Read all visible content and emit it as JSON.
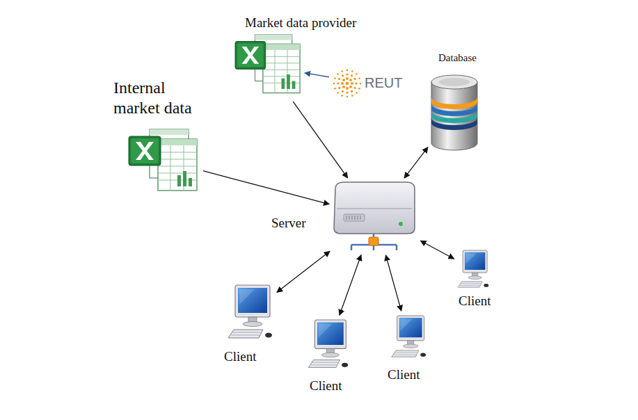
{
  "diagram": {
    "nodes": [
      {
        "text": [
          "Market data provider"
        ]
      },
      {
        "text": [
          "REUT"
        ]
      },
      {
        "text": [
          "Database"
        ]
      },
      {
        "text": [
          "Internal market data"
        ]
      },
      {
        "text": [
          "Server"
        ]
      },
      {
        "text": [
          "Client"
        ]
      },
      {
        "text": [
          "Client"
        ]
      },
      {
        "text": [
          "Client"
        ]
      },
      {
        "text": [
          "Client"
        ]
      }
    ],
    "edges": [
      {
        "from": 1,
        "to": 0,
        "arrow": "to"
      },
      {
        "from": 0,
        "to": 4,
        "arrow": "to"
      },
      {
        "from": 3,
        "to": 4,
        "arrow": "to"
      },
      {
        "from": 2,
        "to": 4,
        "arrow": "both"
      },
      {
        "from": 4,
        "to": 5,
        "arrow": "both"
      },
      {
        "from": 4,
        "to": 6,
        "arrow": "both"
      },
      {
        "from": 4,
        "to": 7,
        "arrow": "both"
      },
      {
        "from": 4,
        "to": 8,
        "arrow": "both"
      }
    ]
  }
}
